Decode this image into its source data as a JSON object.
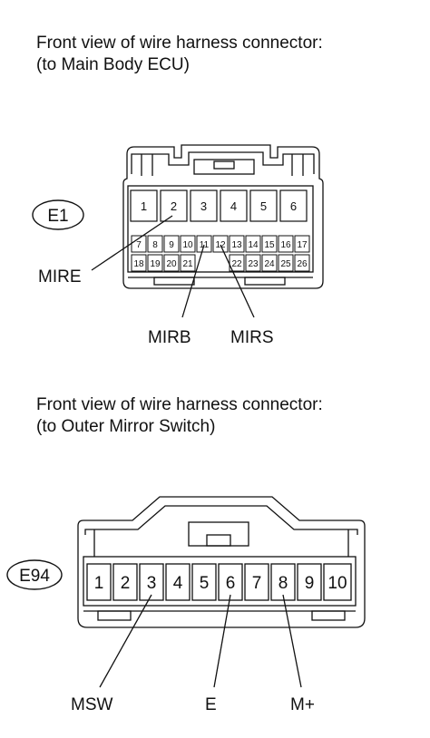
{
  "connector1": {
    "caption_line1": "Front view of wire harness connector:",
    "caption_line2": "(to Main Body ECU)",
    "code": "E1",
    "pins_top": [
      "1",
      "2",
      "3",
      "4",
      "5",
      "6"
    ],
    "pins_mid": [
      "7",
      "8",
      "9",
      "10",
      "11",
      "12",
      "13",
      "14",
      "15",
      "16",
      "17"
    ],
    "pins_bottom": [
      "18",
      "19",
      "20",
      "21",
      "",
      "22",
      "23",
      "24",
      "25",
      "26"
    ],
    "labels": {
      "mire": "MIRE",
      "mirb": "MIRB",
      "mirs": "MIRS"
    }
  },
  "connector2": {
    "caption_line1": "Front view of wire harness connector:",
    "caption_line2": "(to Outer Mirror Switch)",
    "code": "E94",
    "pins": [
      "1",
      "2",
      "3",
      "4",
      "5",
      "6",
      "7",
      "8",
      "9",
      "10"
    ],
    "labels": {
      "msw": "MSW",
      "e": "E",
      "mplus": "M+"
    }
  }
}
